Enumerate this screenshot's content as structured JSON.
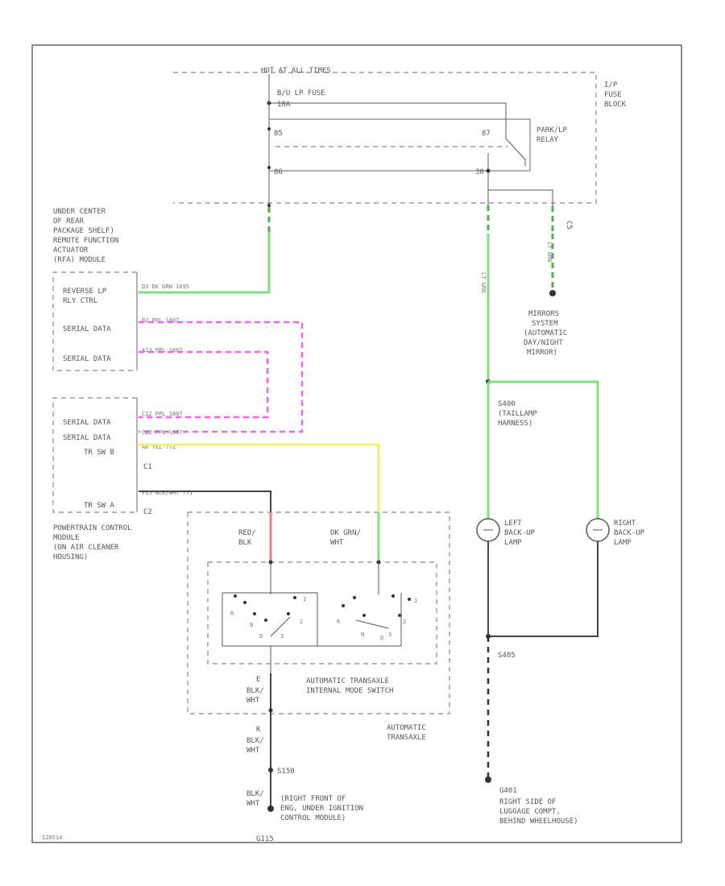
{
  "power": {
    "hot_at_all_times": "HOT AT ALL TIMES"
  },
  "fuse_block": {
    "fuse_name": "B/U LP FUSE",
    "fuse_rating": "10A",
    "label_lines": [
      "I/P",
      "FUSE",
      "BLOCK"
    ],
    "relay_label_lines": [
      "PARK/LP",
      "RELAY"
    ],
    "pin_left_top": "85",
    "pin_left_bottom": "86",
    "pin_right_top": "87",
    "pin_right_bottom": "30"
  },
  "bcm": {
    "location_lines": [
      "UNDER CENTER",
      "OF REAR",
      "PACKAGE SHELF)",
      "REMOTE FUNCTION",
      "ACTUATOR",
      "(RFA) MODULE"
    ],
    "pins": [
      {
        "name_lines": [
          "REVERSE LP",
          "RLY CTRL"
        ],
        "wire": "D3   DK GRN   1695"
      },
      {
        "name_lines": [
          "SERIAL DATA"
        ],
        "wire": "B2   PPL   1807"
      },
      {
        "name_lines": [
          "SERIAL DATA"
        ],
        "wire": "A13   PPL   1807"
      }
    ]
  },
  "pcm": {
    "pins": [
      {
        "name": "SERIAL DATA",
        "wire": "C12   PPL   1807"
      },
      {
        "name": "SERIAL DATA",
        "wire": "C22   PPL   1807"
      },
      {
        "name": "TR SW B",
        "wire": "A6   YEL   772"
      },
      {
        "name": "TR SW A",
        "wire": "F15   BLK/WHT   771"
      }
    ],
    "connector_c1": "C1",
    "connector_c2": "C2",
    "name_lines": [
      "POWERTRAIN CONTROL",
      "MODULE",
      "(ON AIR CLEANER",
      "HOUSING)"
    ]
  },
  "transaxle": {
    "left_wire_lines": [
      "RED/",
      "BLK"
    ],
    "right_wire_lines": [
      "DK GRN/",
      "WHT"
    ],
    "switch_name_lines": [
      "AUTOMATIC TRANSAXLE",
      "INTERNAL MODE SWITCH"
    ],
    "name_lines": [
      "AUTOMATIC",
      "TRANSAXLE"
    ],
    "ground_wire_e": [
      "E",
      "BLK/",
      "WHT"
    ],
    "ground_wire_k": [
      "K",
      "BLK/",
      "WHT"
    ]
  },
  "ground_left": {
    "wire_lines": [
      "BLK/",
      "WHT"
    ],
    "splice": "S150",
    "ground_id": "G115",
    "location_lines": [
      "(RIGHT FRONT OF",
      "ENG, UNDER IGNITION",
      "CONTROL MODULE)"
    ]
  },
  "right_side": {
    "wire_center": "LT GRN",
    "wire_right": "LT GRN",
    "connector": "C5",
    "mirrors_lines": [
      "MIRRORS",
      "SYSTEM",
      "(AUTOMATIC",
      "DAY/NIGHT",
      "MIRROR)"
    ],
    "splice_lines": [
      "S400",
      "(TAILLAMP",
      "HARNESS)"
    ],
    "left_lamp_lines": [
      "LEFT",
      "BACK-UP",
      "LAMP"
    ],
    "right_lamp_lines": [
      "RIGHT",
      "BACK-UP",
      "LAMP"
    ],
    "ground_splice": "S405",
    "ground_id": "G401",
    "ground_location_lines": [
      "RIGHT SIDE OF",
      "LUGGAGE COMPT,",
      "BEHIND WHEELHOUSE)"
    ]
  },
  "footer": {
    "code": "128514"
  },
  "colors": {
    "green": "#7ee07e",
    "pink": "#ee66ee",
    "yellow": "#f1f164",
    "red": "#f08080",
    "line": "#444444"
  }
}
